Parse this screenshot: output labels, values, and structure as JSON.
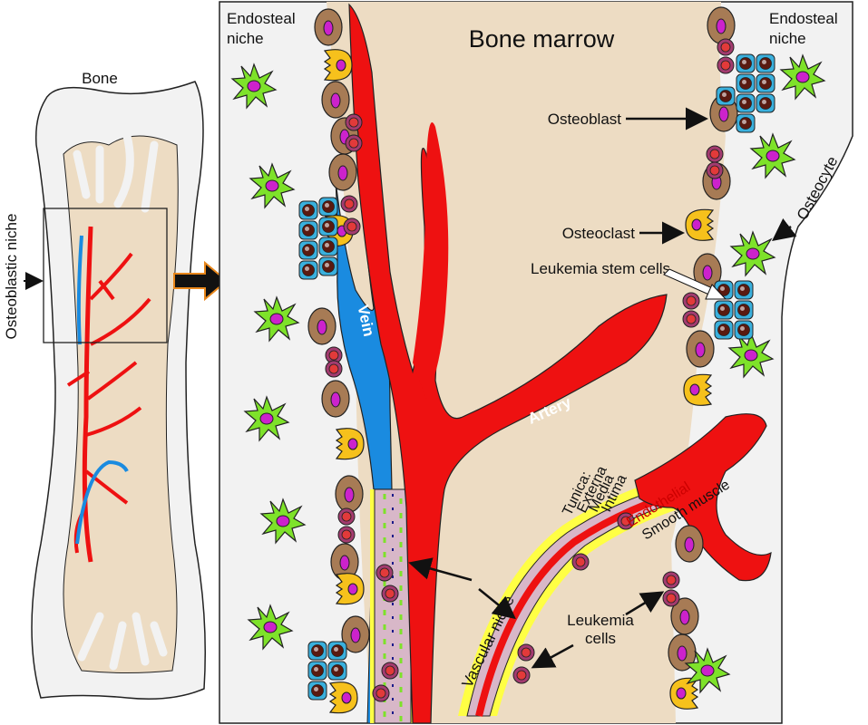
{
  "labels": {
    "bone": "Bone",
    "osteoblastic_niche": "Osteoblastic niche",
    "endosteal_left_1": "Endosteal",
    "endosteal_left_2": "niche",
    "endosteal_right_1": "Endosteal",
    "endosteal_right_2": "niche",
    "bone_marrow": "Bone marrow",
    "osteoblast": "Osteoblast",
    "osteocyte": "Osteocyte",
    "osteoclast": "Osteoclast",
    "leukemia_stem_cells": "Leukemia stem cells",
    "vein": "Vein",
    "artery": "Artery",
    "tunica": "Tunica:",
    "externa": "Externa",
    "media": "Media",
    "intima": "Intima",
    "endothelial": "Endothelial",
    "smooth_muscle": "Smooth muscle",
    "vascular_niche": "Vascular niche",
    "leukemia_cells_1": "Leukemia",
    "leukemia_cells_2": "cells"
  },
  "colors": {
    "marrow": "#eddcc3",
    "bone_fill": "#f2f2f2",
    "artery": "#ee1111",
    "vein": "#1a8be0",
    "osteoblast": "#a77b55",
    "osteoblast_nucleus": "#cc22cc",
    "osteocyte": "#7ee22a",
    "osteoclast": "#f6c11c",
    "leukemia_cell": "#a33b6f",
    "stem_cell": "#3ab0dd",
    "vascular_highlight": "#ffff44"
  }
}
